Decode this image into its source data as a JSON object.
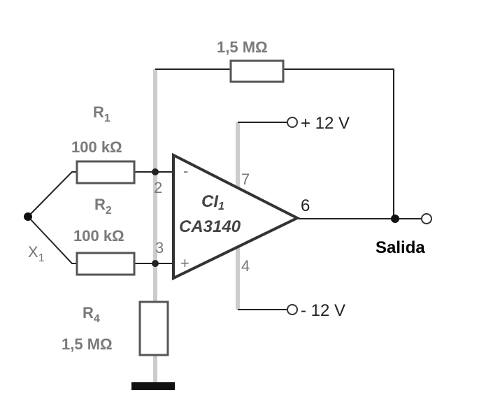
{
  "components": {
    "feedback_resistor": {
      "value": "1,5 MΩ"
    },
    "r1": {
      "name": "R",
      "sub": "1",
      "value": "100 kΩ"
    },
    "r2": {
      "name": "R",
      "sub": "2",
      "value": "100 kΩ"
    },
    "r4": {
      "name": "R",
      "sub": "4",
      "value": "1,5 MΩ"
    },
    "sensor": {
      "name": "X",
      "sub": "1"
    },
    "opamp": {
      "ref": "CI",
      "ref_sub": "1",
      "part": "CA3140",
      "minus": "-",
      "plus": "+"
    }
  },
  "pins": {
    "inverting": "2",
    "non_inverting": "3",
    "vplus": "7",
    "vminus": "4",
    "output": "6"
  },
  "supplies": {
    "positive": "+ 12 V",
    "negative": "- 12 V"
  },
  "output_label": "Salida"
}
